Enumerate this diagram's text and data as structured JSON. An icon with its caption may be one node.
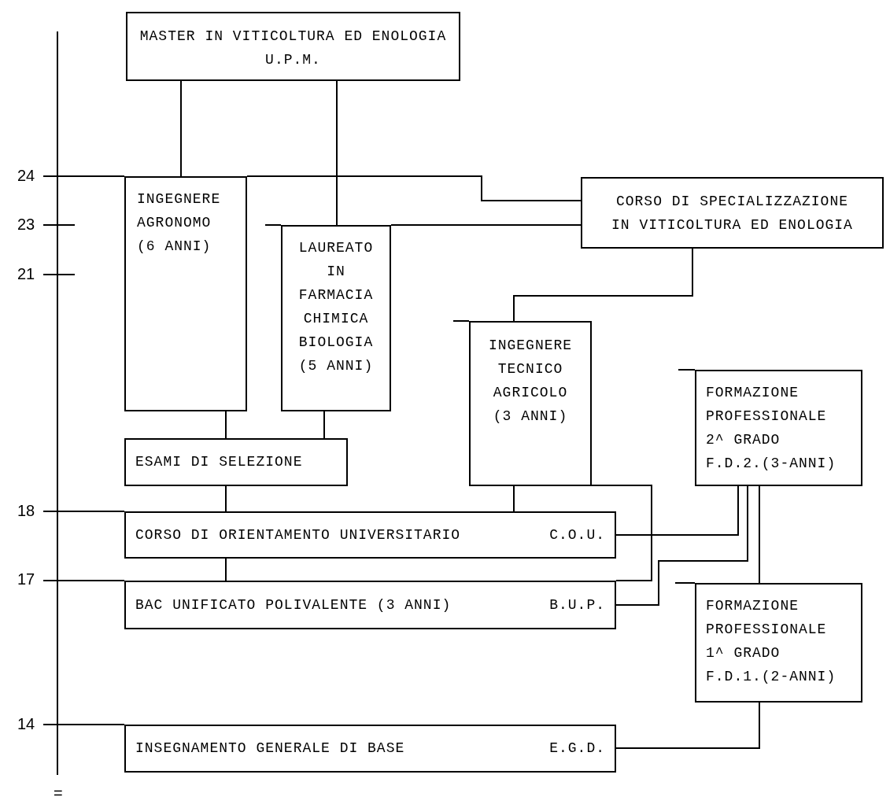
{
  "diagram": {
    "nodes": [
      {
        "text": [
          "MASTER IN VITICOLTURA ED ENOLOGIA",
          "U.P.M."
        ]
      },
      {
        "text": [
          "INGEGNERE AGRONOMO (6 ANNI)"
        ]
      },
      {
        "text": [
          "LAUREATO IN FARMACIA CHIMICA BIOLOGIA (5 ANNI)"
        ]
      },
      {
        "text": [
          "CORSO DI SPECIALIZZAZIONE IN VITICOLTURA ED ENOLOGIA"
        ]
      },
      {
        "text": [
          "INGEGNERE TECNICO AGRICOLO (3 ANNI)"
        ]
      },
      {
        "text": [
          "FORMAZIONE PROFESSIONALE 2^ GRADO F.D.2.(3-ANNI)"
        ]
      },
      {
        "text": [
          "ESAMI DI SELEZIONE"
        ]
      },
      {
        "text": [
          "CORSO DI ORIENTAMENTO UNIVERSITARIO",
          "C.O.U."
        ]
      },
      {
        "text": [
          "BAC UNIFICATO POLIVALENTE (3 ANNI)",
          "B.U.P."
        ]
      },
      {
        "text": [
          "FORMAZIONE PROFESSIONALE 1^ GRADO F.D.1.(2-ANNI)"
        ]
      },
      {
        "text": [
          "INSEGNAMENTO GENERALE DI BASE",
          "E.G.D."
        ]
      }
    ],
    "edges": [
      {
        "from": 1,
        "to": 0,
        "arrow": "none"
      },
      {
        "from": 2,
        "to": 0,
        "arrow": "none"
      },
      {
        "from": 1,
        "to": 3,
        "arrow": "none"
      },
      {
        "from": 2,
        "to": 3,
        "arrow": "none"
      },
      {
        "from": 4,
        "to": 3,
        "arrow": "none"
      },
      {
        "from": 6,
        "to": 1,
        "arrow": "none"
      },
      {
        "from": 6,
        "to": 2,
        "arrow": "none"
      },
      {
        "from": 7,
        "to": 6,
        "arrow": "none"
      },
      {
        "from": 7,
        "to": 4,
        "arrow": "none"
      },
      {
        "from": 8,
        "to": 7,
        "arrow": "none"
      },
      {
        "from": 8,
        "to": 4,
        "arrow": "none"
      },
      {
        "from": 7,
        "to": 5,
        "arrow": "none"
      },
      {
        "from": 8,
        "to": 5,
        "arrow": "none"
      },
      {
        "from": 9,
        "to": 5,
        "arrow": "none"
      },
      {
        "from": 10,
        "to": 9,
        "arrow": "none"
      }
    ],
    "labels": [
      "24",
      "23",
      "21",
      "18",
      "17",
      "14",
      "="
    ]
  }
}
